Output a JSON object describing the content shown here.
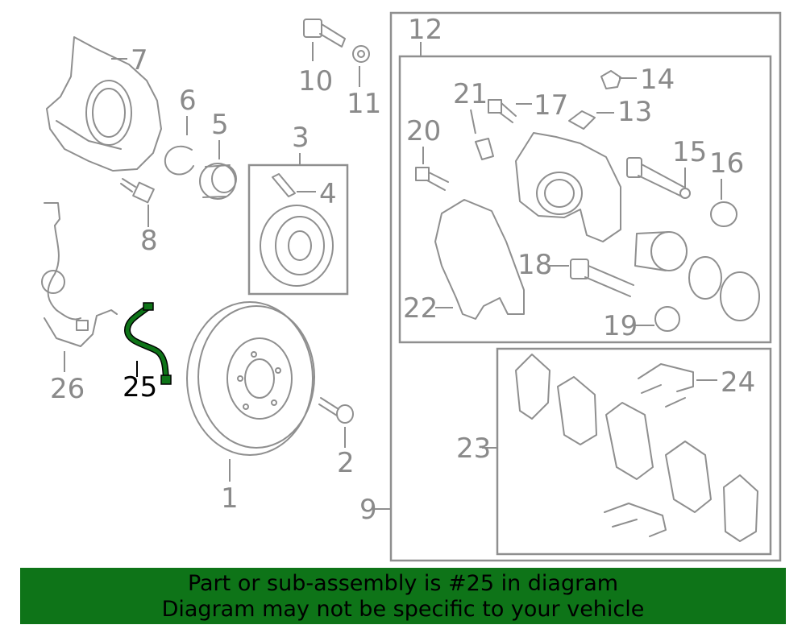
{
  "callouts": {
    "c1": "1",
    "c2": "2",
    "c3": "3",
    "c4": "4",
    "c5": "5",
    "c6": "6",
    "c7": "7",
    "c8": "8",
    "c9": "9",
    "c10": "10",
    "c11": "11",
    "c12": "12",
    "c13": "13",
    "c14": "14",
    "c15": "15",
    "c16": "16",
    "c17": "17",
    "c18": "18",
    "c19": "19",
    "c20": "20",
    "c21": "21",
    "c22": "22",
    "c23": "23",
    "c24": "24",
    "c25": "25",
    "c26": "26"
  },
  "highlighted_part": "25",
  "colors": {
    "highlight": "#0e7418",
    "banner": "#0e7418",
    "line": "#8f8f8f"
  },
  "banner": {
    "line1": "Part or sub-assembly is #25 in diagram",
    "line2": "Diagram may not be specific to your vehicle"
  }
}
